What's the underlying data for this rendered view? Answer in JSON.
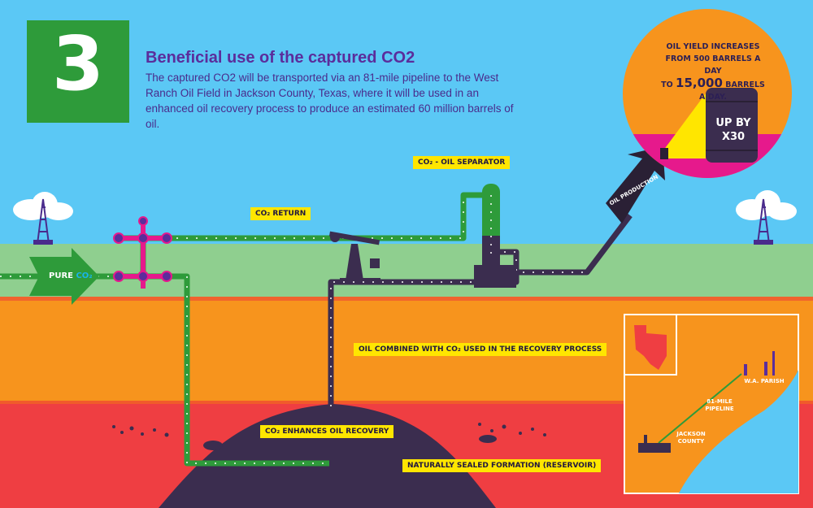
{
  "header": {
    "step_number": "3",
    "title": "Beneficial use of the captured CO2",
    "description": "The captured CO2 will be transported via an 81-mile pipeline to the West Ranch Oil Field in Jackson County, Texas, where it will be used in an enhanced oil recovery process to produce an estimated 60 million barrels of oil."
  },
  "yield": {
    "line1": "OIL YIELD INCREASES",
    "line2": "FROM 500 BARRELS A DAY",
    "line3_prefix": "TO ",
    "line3_number": "15,000",
    "line3_suffix": " BARRELS A DAY.",
    "barrel_line1": "UP BY",
    "barrel_line2": "X30"
  },
  "labels": {
    "co2_return": "CO₂ RETURN",
    "separator": "CO₂ - OIL SEPARATOR",
    "oil_production": "OIL PRODUCTION",
    "pure_prefix": "PURE ",
    "pure_co2": "CO₂",
    "oil_combined": "OIL COMBINED WITH CO₂ USED IN THE RECOVERY PROCESS",
    "enhances": "CO₂ ENHANCES OIL RECOVERY",
    "reservoir": "NATURALLY SEALED FORMATION (RESERVOIR)"
  },
  "map": {
    "wa_parish": "W.A. PARISH",
    "pipeline": "81-MILE PIPELINE",
    "jackson": "JACKSON COUNTY"
  },
  "colors": {
    "sky": "#5bc8f5",
    "ground": "#8fcf8f",
    "orange_layer": "#f7941d",
    "red_layer": "#ef3e42",
    "pipe_green": "#2e9b3a",
    "pipe_dark": "#3b2d4f",
    "valve_magenta": "#e6198c",
    "label_yellow": "#ffe600",
    "title_purple": "#5b2d9c"
  },
  "icons": [
    "oil-derrick-icon",
    "cloud-icon",
    "valve-icon",
    "pumpjack-icon",
    "separator-tower-icon",
    "oil-barrel-icon",
    "texas-map-icon"
  ]
}
